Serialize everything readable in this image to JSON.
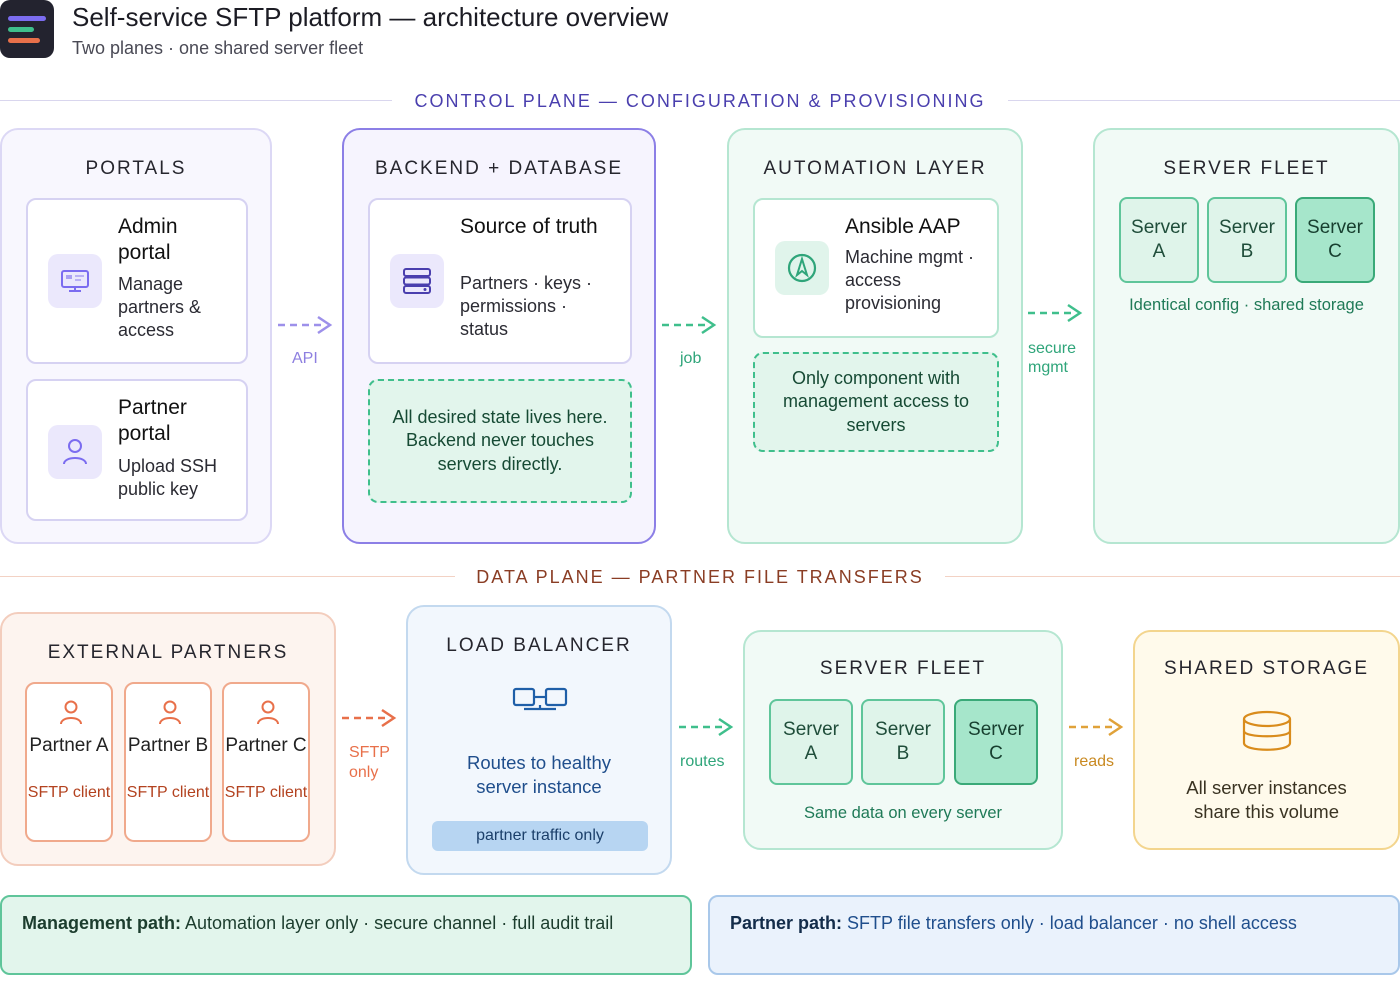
{
  "header": {
    "title": "Self-service SFTP platform — architecture overview",
    "subtitle": "Two planes · one shared server fleet"
  },
  "colors": {
    "control_accent": "#4a3fae",
    "data_accent": "#8a3d24",
    "green": "#2fa57a",
    "purple": "#8d7fe0",
    "orange": "#e8704a",
    "amber": "#e0a23a",
    "blue": "#1f5fa8"
  },
  "control_plane": {
    "label": "CONTROL PLANE — CONFIGURATION & PROVISIONING",
    "portals": {
      "title": "PORTALS",
      "admin": {
        "title": "Admin portal",
        "desc": "Manage partners & access",
        "icon": "monitor-icon"
      },
      "partner": {
        "title": "Partner portal",
        "desc": "Upload SSH public key",
        "icon": "user-icon"
      }
    },
    "backend": {
      "title": "BACKEND + DATABASE",
      "card_title": "Source of truth",
      "card_desc": "Partners · keys · permissions · status",
      "icon": "database-icon",
      "note": "All desired state lives here. Backend never touches servers directly."
    },
    "automation": {
      "title": "AUTOMATION LAYER",
      "card_title": "Ansible AAP",
      "card_desc": "Machine mgmt · access provisioning",
      "icon": "compass-icon",
      "note": "Only component with management access to servers"
    },
    "fleet": {
      "title": "SERVER FLEET",
      "servers": [
        "Server A",
        "Server B",
        "Server C"
      ],
      "caption": "Identical config · shared storage"
    },
    "arrows": {
      "api": "API",
      "job": "job",
      "secure": "secure mgmt"
    }
  },
  "data_plane": {
    "label": "DATA PLANE — PARTNER FILE TRANSFERS",
    "partners": {
      "title": "EXTERNAL PARTNERS",
      "items": [
        {
          "name": "Partner A",
          "desc": "SFTP client"
        },
        {
          "name": "Partner B",
          "desc": "SFTP client"
        },
        {
          "name": "Partner C",
          "desc": "SFTP client"
        }
      ]
    },
    "load_balancer": {
      "title": "LOAD BALANCER",
      "desc": "Routes to healthy server instance",
      "badge": "partner traffic only",
      "icon": "network-icon"
    },
    "fleet": {
      "title": "SERVER FLEET",
      "servers": [
        "Server A",
        "Server B",
        "Server C"
      ],
      "caption": "Same data on every server"
    },
    "storage": {
      "title": "SHARED STORAGE",
      "desc": "All server instances share this volume",
      "icon": "storage-icon"
    },
    "arrows": {
      "sftp": "SFTP only",
      "routes": "routes",
      "reads": "reads"
    }
  },
  "footer": {
    "management": {
      "label": "Management path:",
      "text": " Automation layer only · secure channel · full audit trail"
    },
    "partner": {
      "label": "Partner path:",
      "text": " SFTP file transfers only · load balancer · no shell access"
    }
  }
}
